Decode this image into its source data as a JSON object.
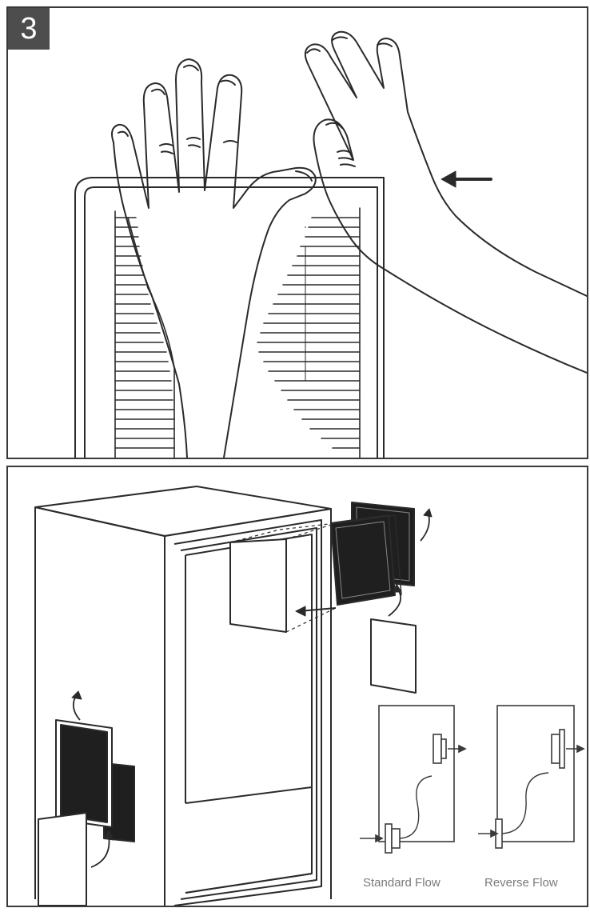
{
  "step": {
    "number": "3"
  },
  "flow_diagrams": {
    "standard": {
      "label": "Standard Flow"
    },
    "reverse": {
      "label": "Reverse Flow"
    }
  },
  "icons": [
    "left-arrow-icon",
    "flow-arrow-icon",
    "curved-arrow-icon"
  ],
  "colors": {
    "line": "#2a2a2a",
    "badge": "#4d4d4d",
    "label": "#7a7a7a"
  }
}
